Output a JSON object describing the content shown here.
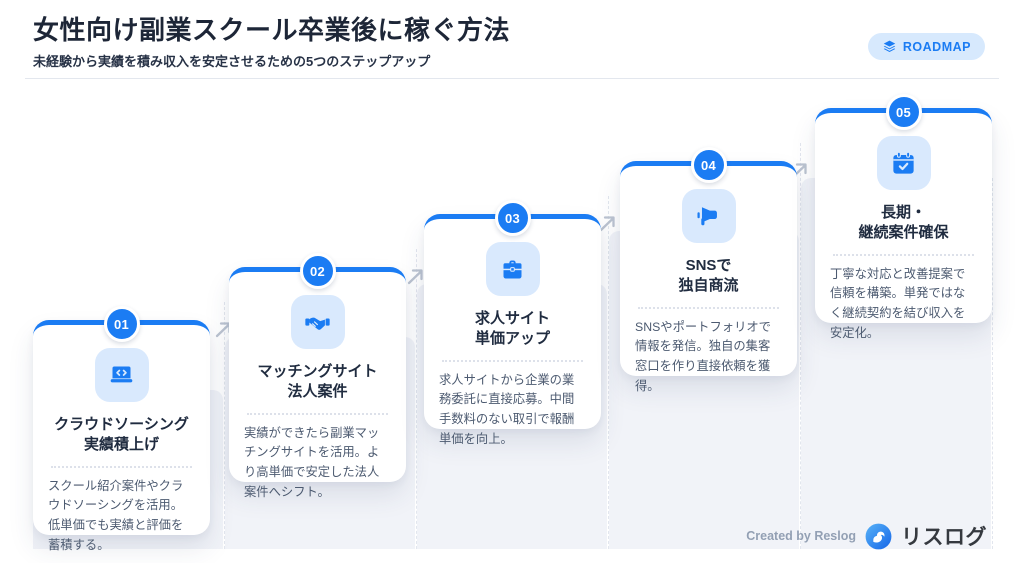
{
  "header": {
    "title": "女性向け副業スクール卒業後に稼ぐ方法",
    "subtitle": "未経験から実績を積み収入を安定させるための5つのステップアップ",
    "badge_label": "ROADMAP",
    "badge_icon": "layers-icon"
  },
  "colors": {
    "accent": "#1b7cf3",
    "accent_light": "#d9e9fd",
    "pill_bg": "#d7e9fd",
    "heading": "#1d2637",
    "pillar": "#f1f3f8",
    "dash": "#e2e6ee",
    "arrow": "#bcc4d1"
  },
  "steps": [
    {
      "number": "01",
      "icon": "laptop-code-icon",
      "title_lines": [
        "クラウドソーシング",
        "実績積上げ"
      ],
      "description": "スクール紹介案件やクラウドソーシングを活用。低単価でも実績と評価を蓄積する。"
    },
    {
      "number": "02",
      "icon": "handshake-icon",
      "title_lines": [
        "マッチングサイト",
        "法人案件"
      ],
      "description": "実績ができたら副業マッチングサイトを活用。より高単価で安定した法人案件へシフト。"
    },
    {
      "number": "03",
      "icon": "briefcase-icon",
      "title_lines": [
        "求人サイト",
        "単価アップ"
      ],
      "description": "求人サイトから企業の業務委託に直接応募。中間手数料のない取引で報酬単価を向上。"
    },
    {
      "number": "04",
      "icon": "megaphone-icon",
      "title_lines": [
        "SNSで",
        "独自商流"
      ],
      "description": "SNSやポートフォリオで情報を発信。独自の集客窓口を作り直接依頼を獲得。"
    },
    {
      "number": "05",
      "icon": "calendar-check-icon",
      "title_lines": [
        "長期・",
        "継続案件確保"
      ],
      "description": "丁寧な対応と改善提案で信頼を構築。単発ではなく継続契約を結び収入を安定化。"
    }
  ],
  "footer": {
    "credit": "Created by Reslog",
    "brand": "リスログ",
    "brand_icon": "squirrel-logo-icon"
  }
}
